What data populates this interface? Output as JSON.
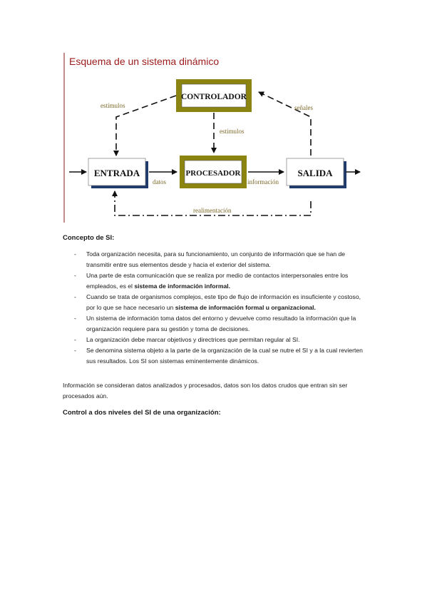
{
  "figure": {
    "title": "Esquema de un sistema dinámico",
    "boxes": {
      "controlador": "CONTROLADOR",
      "procesador": "PROCESADOR",
      "entrada": "ENTRADA",
      "salida": "SALIDA"
    },
    "labels": {
      "estimulos_left": "estímulos",
      "estimulos_center": "estímulos",
      "senales": "señales",
      "datos": "datos",
      "informacion": "información",
      "realimentacion": "realimentación"
    },
    "colors": {
      "olive_border": "#8c8410",
      "shadow": "#1f3a6b",
      "label_text": "#7d6a2a"
    }
  },
  "sections": {
    "concepto": "Concepto de SI:",
    "control": "Control a dos niveles del SI de una organización:"
  },
  "bullets": [
    {
      "dash": "-",
      "parts": [
        {
          "text": "Toda organización necesita, para su funcionamiento, un conjunto de información que se han de transmitir entre sus elementos desde y hacia el exterior del sistema.",
          "bold": false
        }
      ]
    },
    {
      "dash": "-",
      "parts": [
        {
          "text": "Una parte de esta comunicación que se realiza por medio de contactos interpersonales entre los empleados, es el ",
          "bold": false
        },
        {
          "text": "sistema de información informal.",
          "bold": true
        }
      ]
    },
    {
      "dash": "-",
      "parts": [
        {
          "text": "Cuando se trata de organismos complejos, este tipo de flujo de información es insuficiente y costoso, por lo que se hace necesario un ",
          "bold": false
        },
        {
          "text": "sistema de información formal u organizacional.",
          "bold": true
        }
      ]
    },
    {
      "dash": "-",
      "parts": [
        {
          "text": "Un sistema de información toma datos del entorno y devuelve como resultado la información que la organización requiere para su gestión y toma de decisiones.",
          "bold": false
        }
      ]
    },
    {
      "dash": "-",
      "parts": [
        {
          "text": "La organización debe marcar objetivos y directrices que permitan regular al SI.",
          "bold": false
        }
      ]
    },
    {
      "dash": "-",
      "parts": [
        {
          "text": "Se denomina sistema objeto a la parte de la organización de la cual se nutre el SI y a la cual revierten sus resultados. Los SI son sistemas eminentemente dinámicos.",
          "bold": false
        }
      ]
    }
  ],
  "paragraph": "Información se consideran datos analizados y procesados, datos son los datos crudos que entran sin ser procesados aún."
}
